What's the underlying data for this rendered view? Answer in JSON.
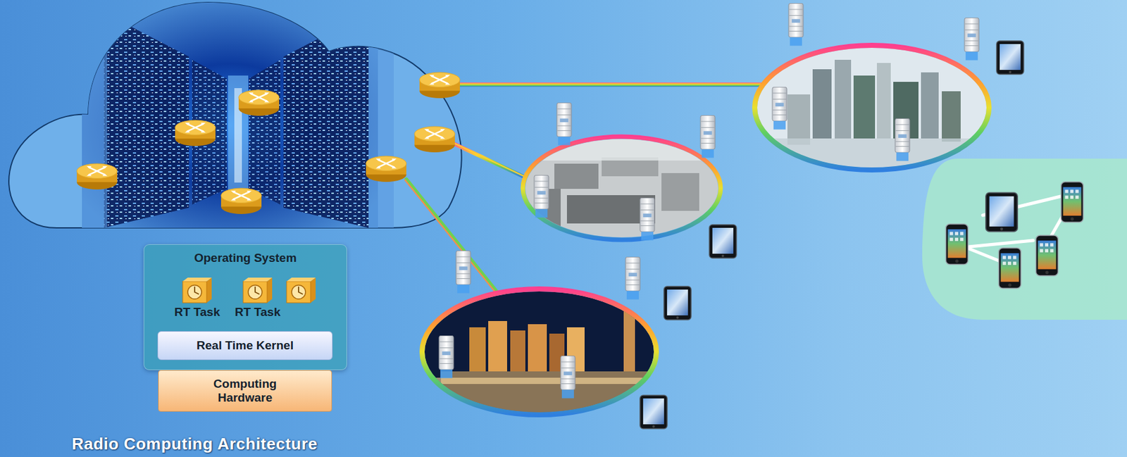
{
  "diagram": {
    "title": "Radio Computing Architecture",
    "nodes": [
      {
        "text": [
          "Operating System"
        ]
      },
      {
        "text": [
          "RT Task"
        ],
        "in": 0
      },
      {
        "text": [
          "RT Task"
        ],
        "in": 0
      },
      {
        "text": [
          "Real Time Kernel"
        ],
        "in": 0
      },
      {
        "text": [
          "Computing Hardware"
        ]
      }
    ]
  }
}
